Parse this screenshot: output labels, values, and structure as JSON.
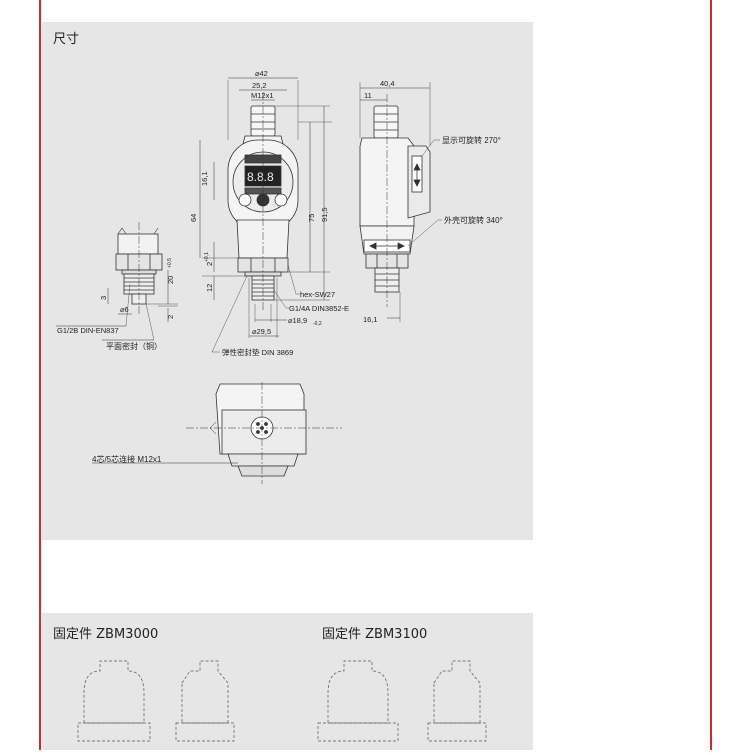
{
  "colors": {
    "accent": "#d22a2a",
    "panel": "#e6e6e6",
    "line": "#333333"
  },
  "section_dimensions": {
    "title": "尺寸"
  },
  "front_view": {
    "dim_outer_diameter": "⌀42",
    "dim_body_width": "25,2",
    "dim_connector_thread": "M12x1",
    "dim_display_height": "16,1",
    "dim_height_to_nut": "64",
    "dim_total_height": "75",
    "dim_overall_height": "91,5",
    "dim_tolerance_small": "+0,1",
    "dim_2": "2",
    "dim_12": "12",
    "dim_hex": "hex-SW27",
    "dim_thread_g14": "G1/4A DIN3852-E",
    "dim_d189": "⌀18,9",
    "dim_d189_tol": "-0,2",
    "dim_d295": "⌀29,5",
    "label_seal": "弹性密封垫 DIN 3869"
  },
  "side_view": {
    "dim_depth": "40,4",
    "dim_11": "11",
    "dim_161_bottom": "16,1",
    "label_display_rotate": "显示可旋转 270°",
    "label_housing_rotate": "外壳可旋转 340°"
  },
  "detail_view": {
    "dim_3": "3",
    "dim_d6": "⌀6",
    "dim_20": "20",
    "dim_20_tol": "+0,5",
    "dim_2b": "2",
    "label_thread": "G1/2B DIN-EN837",
    "label_seal": "平面密封（铜）"
  },
  "top_view": {
    "label_connector": "4芯/5芯连接 M12x1"
  },
  "section_fixtures": {
    "left_title": "固定件  ZBM3000",
    "right_title": "固定件  ZBM3100"
  }
}
